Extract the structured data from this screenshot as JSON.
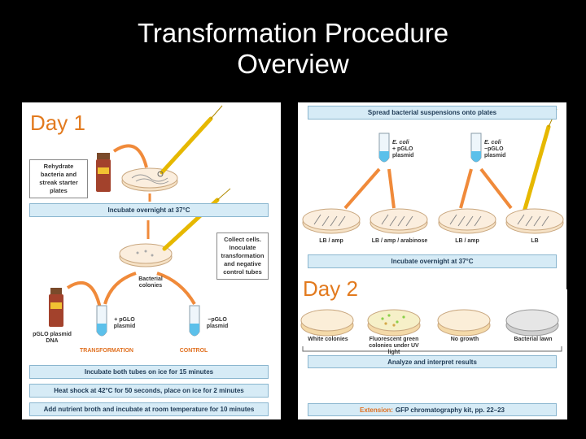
{
  "title": {
    "line1": "Transformation Procedure",
    "line2": "Overview"
  },
  "left": {
    "day": "Day 1",
    "note_rehydrate": "Rehydrate bacteria and streak starter plates",
    "bar_incubate": "Incubate overnight at 37°C",
    "note_collect": "Collect cells. Inoculate transformation and negative control tubes",
    "bacterial_colonies": "Bacterial colonies",
    "pglo_dna": "pGLO plasmid DNA",
    "tube_plus": "+ pGLO plasmid",
    "tube_minus": "−pGLO plasmid",
    "transformation": "TRANSFORMATION",
    "control": "CONTROL",
    "bar_ice": "Incubate both tubes on ice for 15 minutes",
    "bar_heat": "Heat shock at 42°C for 50 seconds, place on ice for 2 minutes",
    "bar_broth": "Add nutrient broth and incubate at room temperature for 10 minutes"
  },
  "right": {
    "bar_spread": "Spread bacterial suspensions onto plates",
    "ecoli_plus_species": "E. coli",
    "ecoli_plus": "+ pGLO plasmid",
    "ecoli_minus_species": "E. coli",
    "ecoli_minus": "−pGLO plasmid",
    "plates": [
      "LB / amp",
      "LB / amp / arabinose",
      "LB / amp",
      "LB"
    ],
    "bar_incubate": "Incubate overnight at 37°C",
    "day": "Day 2",
    "results": [
      "White colonies",
      "Fluorescent green colonies under UV light",
      "No growth",
      "Bacterial lawn"
    ],
    "bar_analyze": "Analyze and interpret results",
    "extension_label": "Extension:",
    "extension_text": "GFP chromatography kit, pp. 22–23"
  },
  "colors": {
    "accent": "#e27a1e",
    "bar": "#d6ebf6",
    "bar_border": "#8ab6cf"
  }
}
